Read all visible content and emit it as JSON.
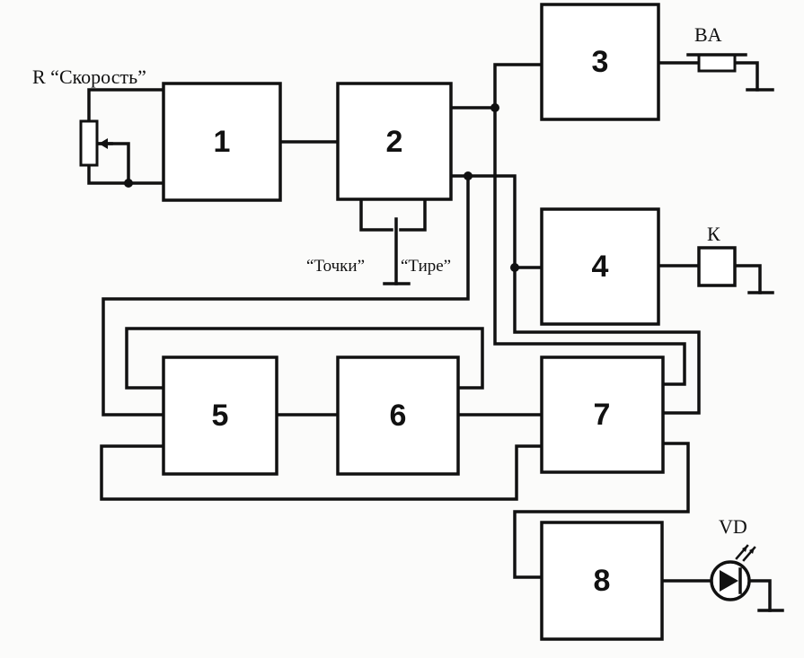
{
  "blocks": [
    {
      "id": "1",
      "label": "1"
    },
    {
      "id": "2",
      "label": "2"
    },
    {
      "id": "3",
      "label": "3"
    },
    {
      "id": "4",
      "label": "4"
    },
    {
      "id": "5",
      "label": "5"
    },
    {
      "id": "6",
      "label": "6"
    },
    {
      "id": "7",
      "label": "7"
    },
    {
      "id": "8",
      "label": "8"
    }
  ],
  "labels": {
    "resistor": "R “Скорость”",
    "dots_key": "“Точки”",
    "dash_key": "“Тире”",
    "speaker": "BA",
    "relay": "К",
    "led": "VD"
  },
  "colors": {
    "ink": "#111111",
    "paper": "#fbfbfa"
  }
}
